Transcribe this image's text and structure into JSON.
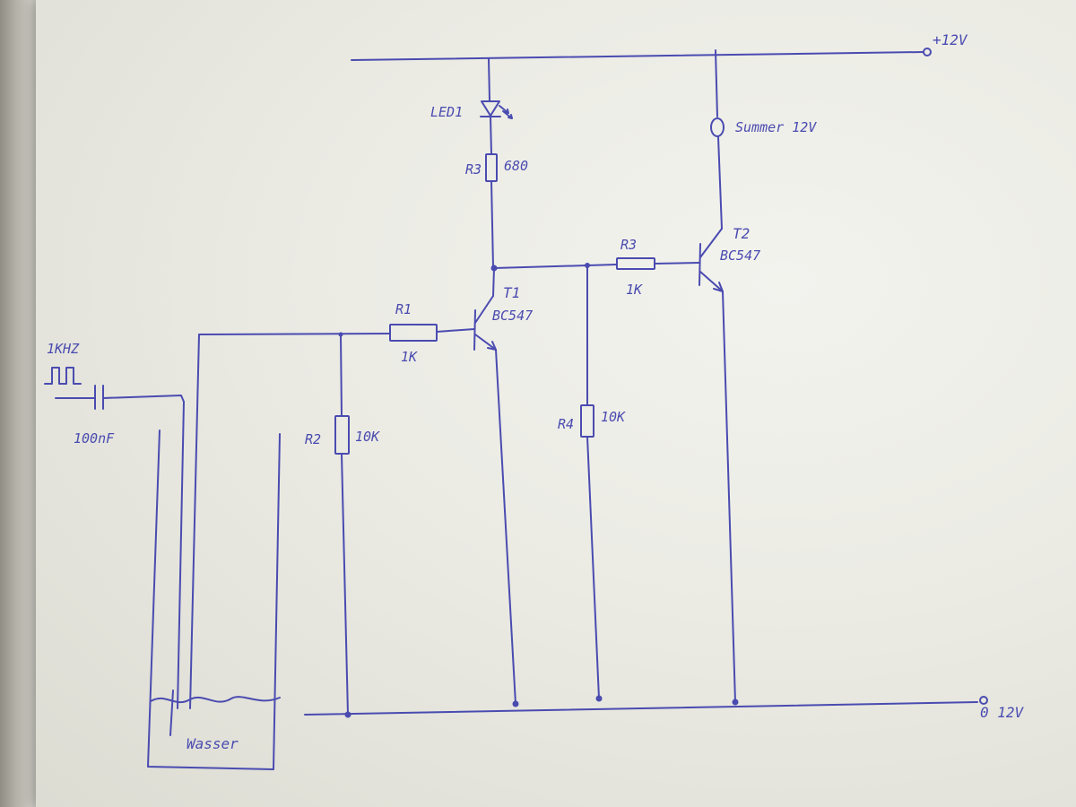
{
  "labels": {
    "supply_plus": "+12V",
    "supply_ground": "0 12V",
    "led": "LED1",
    "r3_top_name": "R3",
    "r3_top_value": "680",
    "buzzer": "Summer 12V",
    "t2_name": "T2",
    "t2_type": "BC547",
    "r3_base_name": "R3",
    "r3_base_value": "1K",
    "t1_name": "T1",
    "t1_type": "BC547",
    "r1_name": "R1",
    "r1_value": "1K",
    "r2_name": "R2",
    "r2_value": "10K",
    "r4_name": "R4",
    "r4_value": "10K",
    "oscillator": "1KHZ",
    "capacitor": "100nF",
    "water": "Wasser"
  },
  "colors": {
    "ink": "#4a4bb0",
    "paper": "#ebebe4"
  }
}
